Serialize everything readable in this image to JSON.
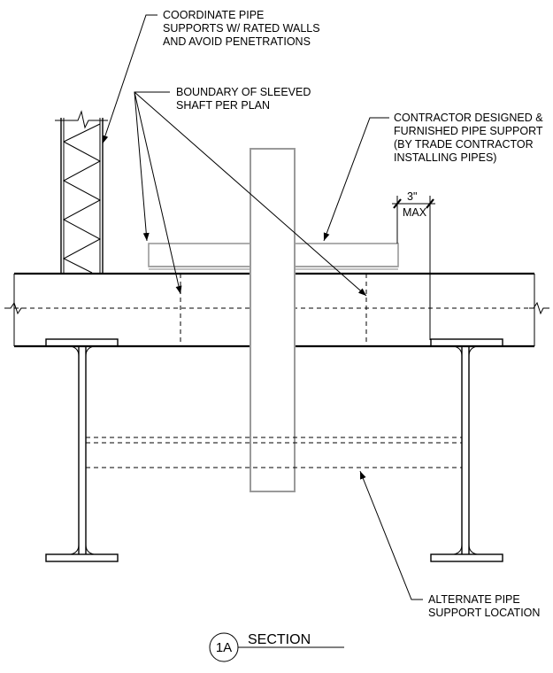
{
  "notes": {
    "coordinate_supports": [
      "COORDINATE PIPE",
      "SUPPORTS W/ RATED WALLS",
      "AND AVOID PENETRATIONS"
    ],
    "sleeved_shaft": [
      "BOUNDARY OF SLEEVED",
      "SHAFT PER PLAN"
    ],
    "contractor_support": [
      "CONTRACTOR DESIGNED &",
      "FURNISHED PIPE SUPPORT",
      "(BY TRADE CONTRACTOR",
      "INSTALLING PIPES)"
    ],
    "alternate_location": [
      "ALTERNATE PIPE",
      "SUPPORT LOCATION"
    ]
  },
  "dimension": {
    "value": "3\"",
    "qualifier": "MAX"
  },
  "section": {
    "number": "1A",
    "title": "SECTION"
  }
}
